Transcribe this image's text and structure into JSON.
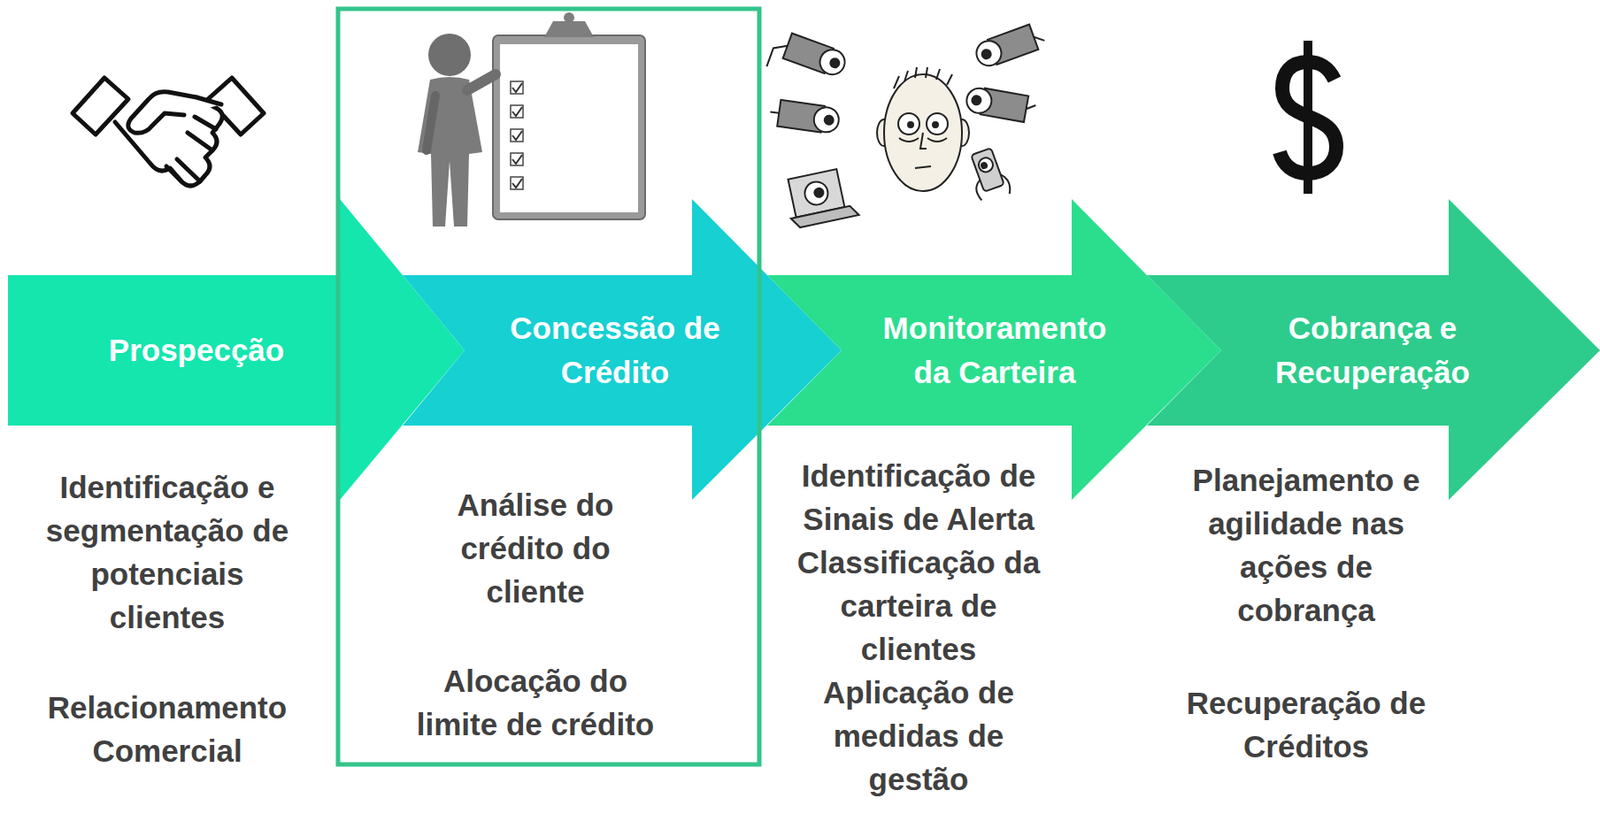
{
  "diagram": {
    "nodes": [
      {
        "text": [
          "Prospecção",
          "Identificação e segmentação de potenciais clientes",
          "Relacionamento Comercial"
        ]
      },
      {
        "text": [
          "Concessão de Crédito",
          "Análise do crédito do cliente",
          "Alocação do limite de crédito"
        ]
      },
      {
        "text": [
          "Monitoramento da Carteira",
          "Identificação de Sinais de Alerta",
          "Classificação da carteira de clientes",
          "Aplicação de medidas de gestão"
        ]
      },
      {
        "text": [
          "Cobrança e Recuperação",
          "Planejamento e agilidade nas ações de cobrança",
          "Recuperação de Créditos"
        ]
      }
    ]
  }
}
